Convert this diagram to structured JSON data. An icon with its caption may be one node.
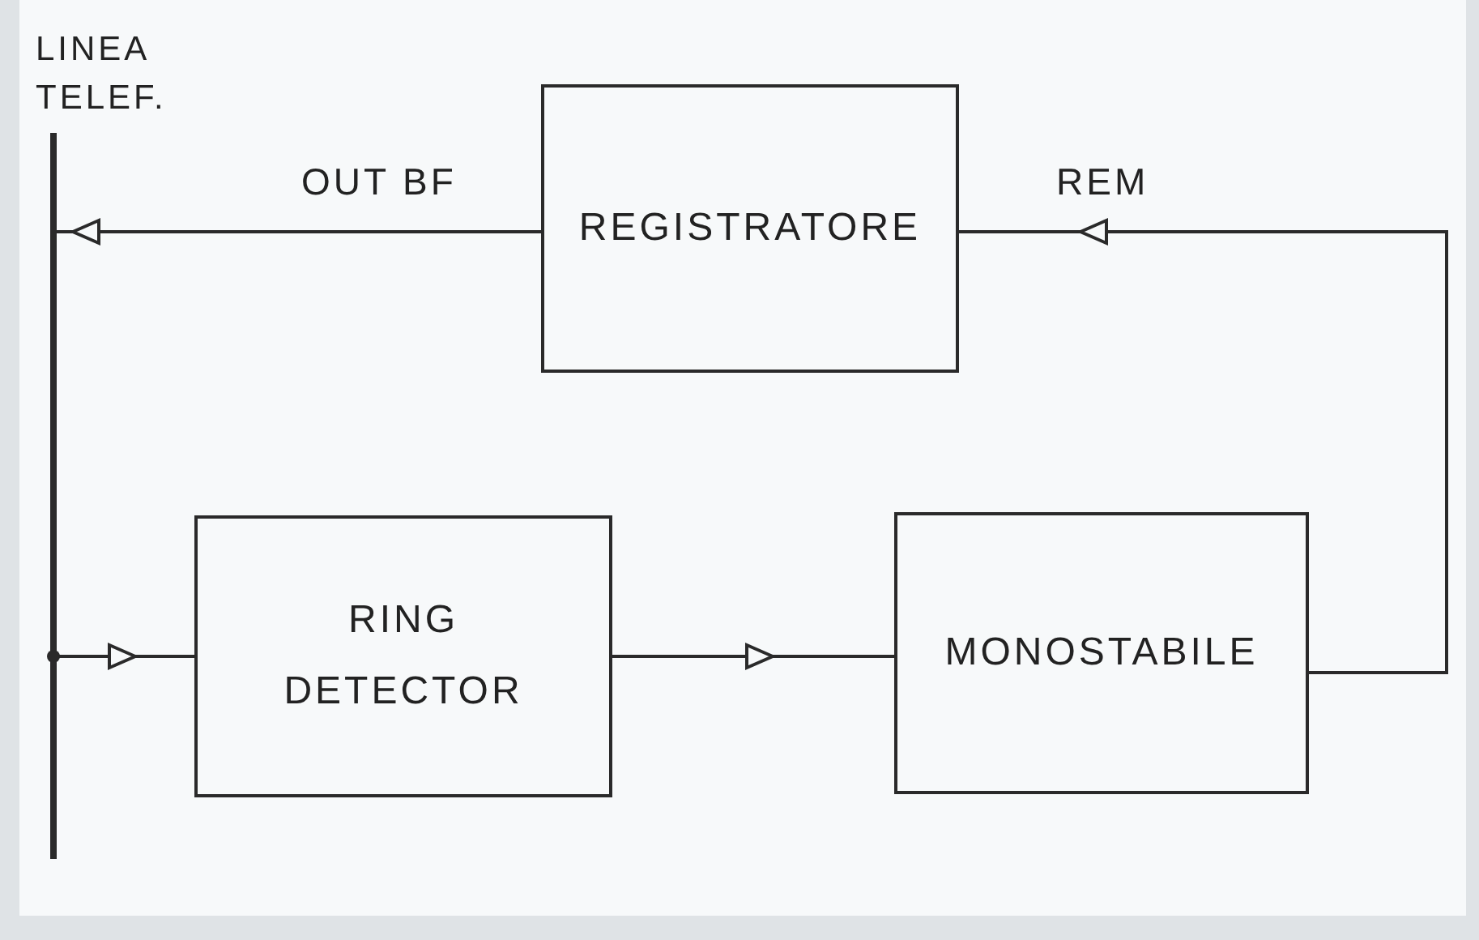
{
  "diagram": {
    "nodes": [
      {
        "text": [
          "REGISTRATORE"
        ]
      },
      {
        "text": [
          "RING DETECTOR"
        ]
      },
      {
        "text": [
          "MONOSTABILE"
        ]
      },
      {
        "text": [],
        "shape": "bar"
      }
    ],
    "edges": [
      {
        "from": 0,
        "to": 3,
        "arrow": "to",
        "label": "OUT BF"
      },
      {
        "from": 2,
        "to": 0,
        "arrow": "to",
        "label": "REM"
      },
      {
        "from": 3,
        "to": 1,
        "arrow": "to"
      },
      {
        "from": 1,
        "to": 2,
        "arrow": "to"
      }
    ],
    "labels": [
      "LINEA TELEF."
    ]
  }
}
